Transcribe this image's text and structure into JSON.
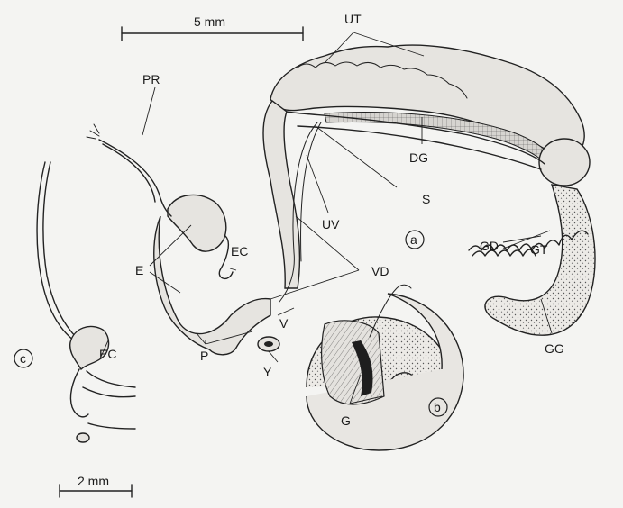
{
  "scale_bars": {
    "top": "5 mm",
    "bottom": "2 mm"
  },
  "labels": {
    "ut": "UT",
    "dg": "DG",
    "pr": "PR",
    "ec": "EC",
    "ec_c": "EC",
    "s": "S",
    "uv": "UV",
    "gd": "GD",
    "gt": "GT",
    "vd": "VD",
    "e": "E",
    "v": "V",
    "p": "P",
    "y": "Y",
    "g": "G",
    "gg": "GG"
  },
  "panels": {
    "a": "a",
    "b": "b",
    "c": "c"
  }
}
